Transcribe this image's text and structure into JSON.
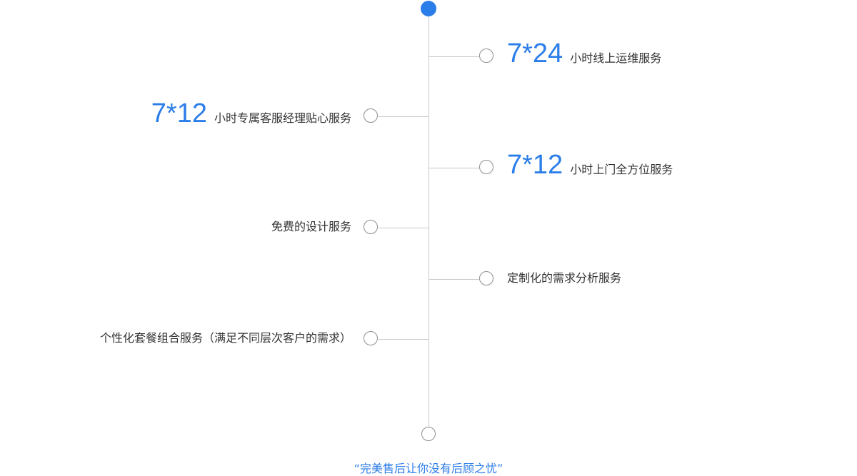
{
  "services": [
    {
      "highlight": "7*24",
      "text": "小时线上运维服务"
    },
    {
      "highlight": "7*12",
      "text": "小时专属客服经理贴心服务"
    },
    {
      "highlight": "7*12",
      "text": "小时上门全方位服务"
    },
    {
      "highlight": "",
      "text": "免费的设计服务"
    },
    {
      "highlight": "",
      "text": "定制化的需求分析服务"
    },
    {
      "highlight": "",
      "text": "个性化套餐组合服务（满足不同层次客户的需求）"
    }
  ],
  "footer": {
    "quote": "“完美售后让你没有后顾之忧”"
  },
  "colors": {
    "accent": "#2b7de9",
    "line": "#c8c8c8",
    "node_border": "#8e8e8e",
    "text": "#333333"
  }
}
